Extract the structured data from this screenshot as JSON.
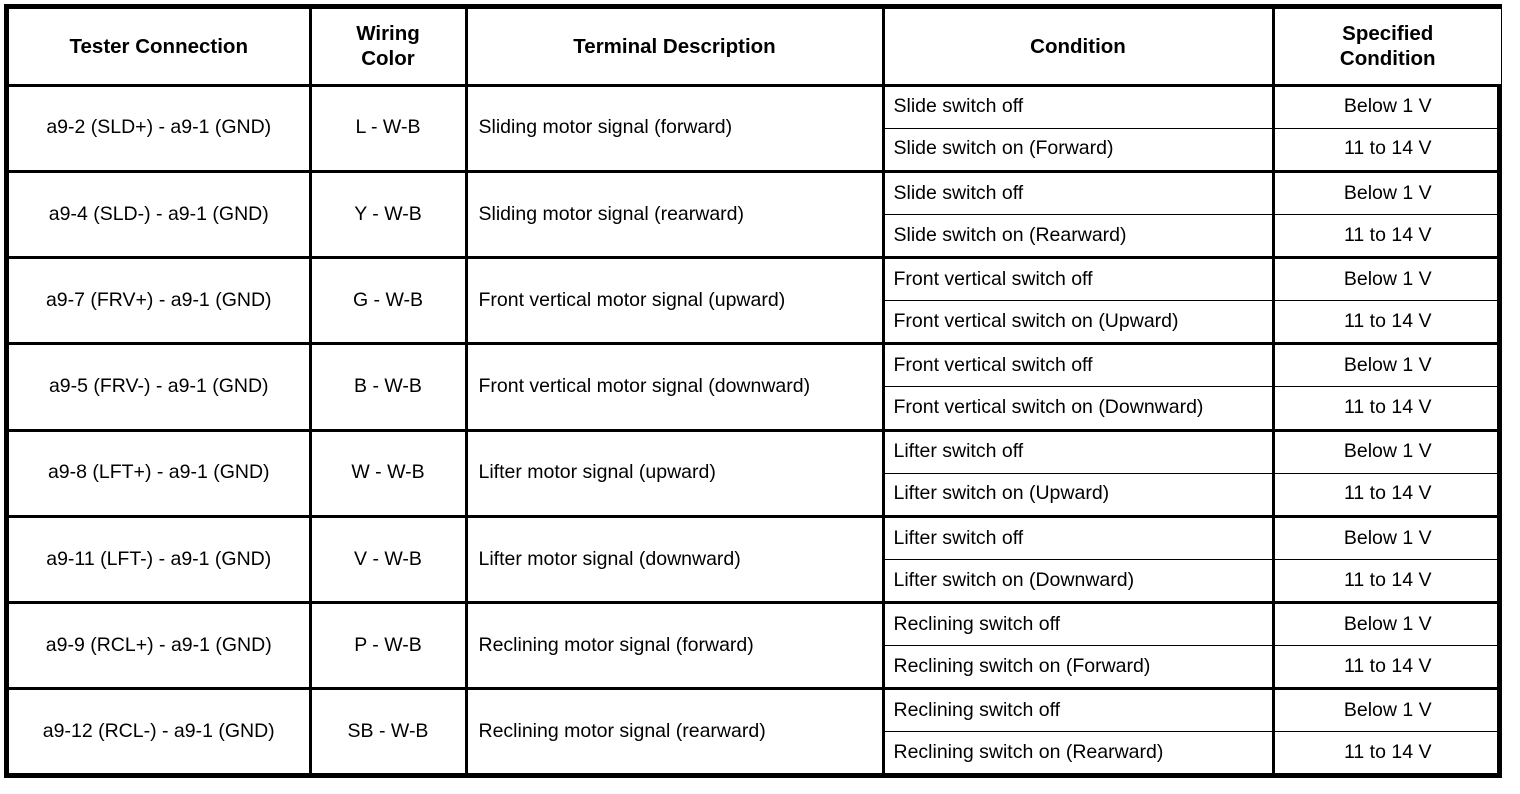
{
  "table": {
    "headers": [
      "Tester Connection",
      "Wiring Color",
      "Terminal Description",
      "Condition",
      "Specified Condition"
    ],
    "header_lines": {
      "tester": "Tester Connection",
      "wiring_1": "Wiring",
      "wiring_2": "Color",
      "terminal": "Terminal Description",
      "condition": "Condition",
      "spec_1": "Specified",
      "spec_2": "Condition"
    },
    "rows": [
      {
        "tester": "a9-2 (SLD+) - a9-1 (GND)",
        "wiring": "L - W-B",
        "terminal": "Sliding motor signal (forward)",
        "measurements": [
          {
            "condition": "Slide switch off",
            "spec": "Below 1 V"
          },
          {
            "condition": "Slide switch on (Forward)",
            "spec": "11 to 14 V"
          }
        ]
      },
      {
        "tester": "a9-4 (SLD-) - a9-1 (GND)",
        "wiring": "Y - W-B",
        "terminal": "Sliding motor signal (rearward)",
        "measurements": [
          {
            "condition": "Slide switch off",
            "spec": "Below 1 V"
          },
          {
            "condition": "Slide switch on (Rearward)",
            "spec": "11 to 14 V"
          }
        ]
      },
      {
        "tester": "a9-7 (FRV+) - a9-1 (GND)",
        "wiring": "G - W-B",
        "terminal": "Front vertical motor signal (upward)",
        "measurements": [
          {
            "condition": "Front vertical switch off",
            "spec": "Below 1 V"
          },
          {
            "condition": "Front vertical switch on (Upward)",
            "spec": "11 to 14 V"
          }
        ]
      },
      {
        "tester": "a9-5 (FRV-) - a9-1 (GND)",
        "wiring": "B - W-B",
        "terminal": "Front vertical motor signal (downward)",
        "measurements": [
          {
            "condition": "Front vertical switch off",
            "spec": "Below 1 V"
          },
          {
            "condition": "Front vertical switch on (Downward)",
            "spec": "11 to 14 V"
          }
        ]
      },
      {
        "tester": "a9-8 (LFT+) - a9-1 (GND)",
        "wiring": "W - W-B",
        "terminal": "Lifter motor signal (upward)",
        "measurements": [
          {
            "condition": "Lifter switch off",
            "spec": "Below 1 V"
          },
          {
            "condition": "Lifter switch on (Upward)",
            "spec": "11 to 14 V"
          }
        ]
      },
      {
        "tester": "a9-11 (LFT-) - a9-1 (GND)",
        "wiring": "V - W-B",
        "terminal": "Lifter motor signal (downward)",
        "measurements": [
          {
            "condition": "Lifter switch off",
            "spec": "Below 1 V"
          },
          {
            "condition": "Lifter switch on (Downward)",
            "spec": "11 to 14 V"
          }
        ]
      },
      {
        "tester": "a9-9 (RCL+) - a9-1 (GND)",
        "wiring": "P - W-B",
        "terminal": "Reclining motor signal (forward)",
        "measurements": [
          {
            "condition": "Reclining switch off",
            "spec": "Below 1 V"
          },
          {
            "condition": "Reclining switch on (Forward)",
            "spec": "11 to 14 V"
          }
        ]
      },
      {
        "tester": "a9-12 (RCL-) - a9-1 (GND)",
        "wiring": "SB - W-B",
        "terminal": "Reclining motor signal (rearward)",
        "measurements": [
          {
            "condition": "Reclining switch off",
            "spec": "Below 1 V"
          },
          {
            "condition": "Reclining switch on (Rearward)",
            "spec": "11 to 14 V"
          }
        ]
      }
    ]
  },
  "style": {
    "border_color": "#000000",
    "text_color": "#000000",
    "background": "#ffffff"
  }
}
